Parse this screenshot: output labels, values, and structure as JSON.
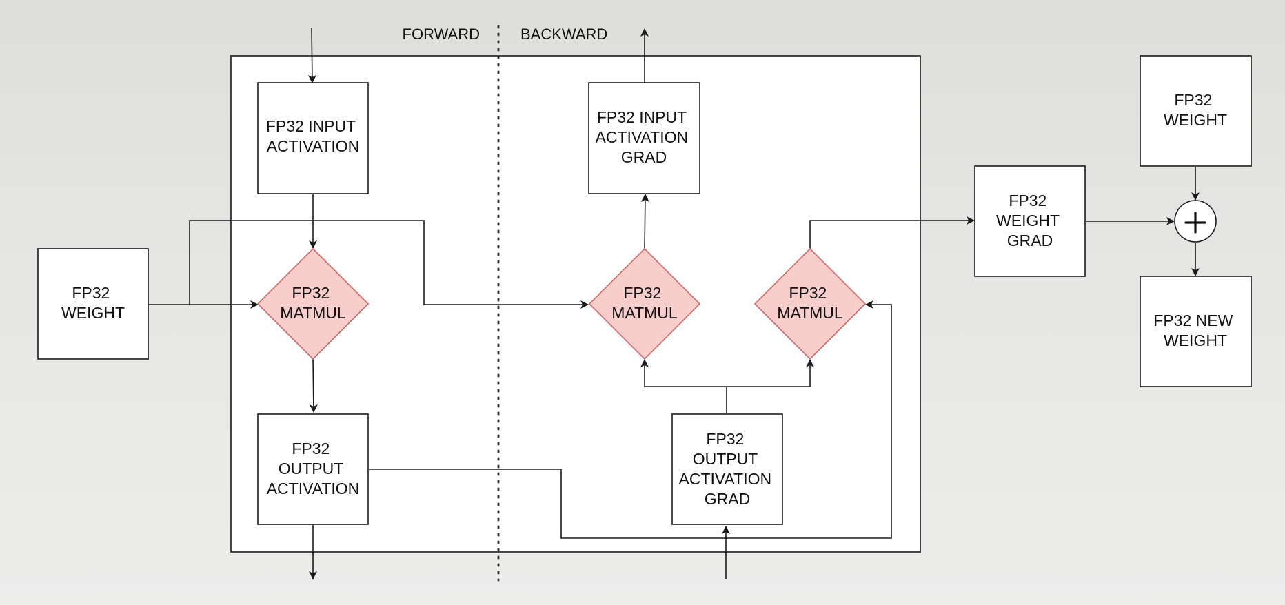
{
  "sections": {
    "forward": "FORWARD",
    "backward": "BACKWARD"
  },
  "nodes": {
    "fwd_input": {
      "lines": [
        "FP32 INPUT",
        "ACTIVATION"
      ]
    },
    "fwd_weight": {
      "lines": [
        "FP32",
        "WEIGHT"
      ]
    },
    "fwd_matmul": {
      "lines": [
        "FP32",
        "MATMUL"
      ]
    },
    "fwd_output": {
      "lines": [
        "FP32",
        "OUTPUT",
        "ACTIVATION"
      ]
    },
    "bwd_input_grad": {
      "lines": [
        "FP32 INPUT",
        "ACTIVATION",
        "GRAD"
      ]
    },
    "bwd_matmul_input": {
      "lines": [
        "FP32",
        "MATMUL"
      ]
    },
    "bwd_matmul_weight": {
      "lines": [
        "FP32",
        "MATMUL"
      ]
    },
    "bwd_output_grad": {
      "lines": [
        "FP32",
        "OUTPUT",
        "ACTIVATION",
        "GRAD"
      ]
    },
    "weight_grad": {
      "lines": [
        "FP32",
        "WEIGHT",
        "GRAD"
      ]
    },
    "weight": {
      "lines": [
        "FP32",
        "WEIGHT"
      ]
    },
    "new_weight": {
      "lines": [
        "FP32 NEW",
        "WEIGHT"
      ]
    }
  },
  "colors": {
    "matmul_fill": "#f8cecc",
    "matmul_stroke": "#d4645e",
    "line": "#1a1a1a"
  },
  "icons": {
    "sum": "plus-circle-icon"
  }
}
